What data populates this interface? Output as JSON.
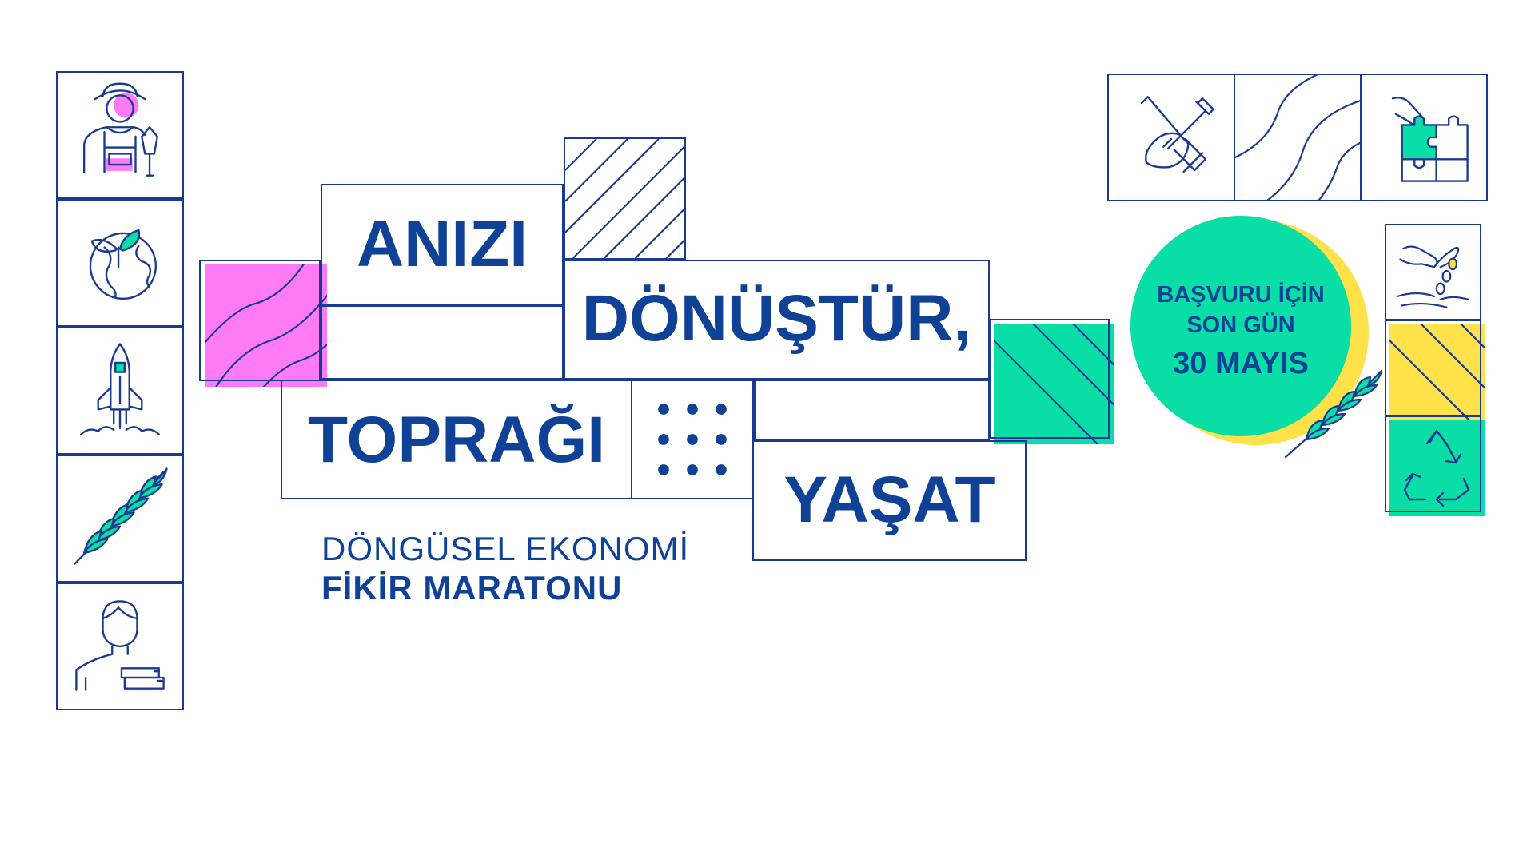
{
  "headline": {
    "word1": "ANIZI",
    "word2": "DÖNÜŞTÜR,",
    "word3": "TOPRAĞI",
    "word4": "YAŞAT"
  },
  "subtitle": {
    "line1": "DÖNGÜSEL EKONOMİ",
    "line2": "FİKİR MARATONU"
  },
  "deadline_badge": {
    "line1": "BAŞVURU İÇİN",
    "line2": "SON GÜN",
    "line3": "30 MAYIS"
  },
  "colors": {
    "navy": "#1a3a8f",
    "text_blue": "#0f4297",
    "pink": "#ff7bf5",
    "green": "#08dea5",
    "yellow": "#ffe14a"
  },
  "icons": {
    "left_column": [
      "farmer-icon",
      "globe-plant-icon",
      "rocket-icon",
      "wheat-icon",
      "student-books-icon"
    ],
    "top_right": [
      "garden-tools-icon",
      "wave-pattern-icon",
      "puzzle-hand-icon"
    ],
    "right_column": [
      "sowing-hand-icon",
      "stripe-pattern-icon",
      "recycle-icon"
    ]
  }
}
